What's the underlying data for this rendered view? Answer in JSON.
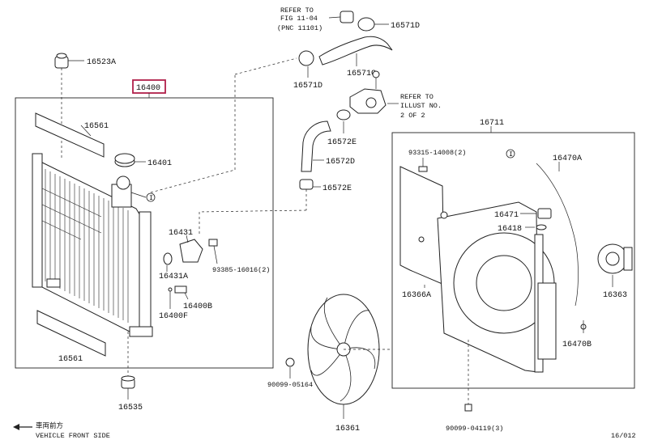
{
  "labels": {
    "refer_fig": [
      "REFER TO",
      "FIG 11-04",
      "(PNC 11101)"
    ],
    "refer_illust": [
      "REFER TO",
      "ILLUST NO.",
      "2 OF 2"
    ],
    "p16571D_top": "16571D",
    "p16571C": "16571C",
    "p16571D_mid": "16571D",
    "p16523A": "16523A",
    "p16400": "16400",
    "p16561_top": "16561",
    "p16401": "16401",
    "p16572E_top": "16572E",
    "p16572D": "16572D",
    "p16572E_bot": "16572E",
    "p16431": "16431",
    "p93385": "93385-16016(2)",
    "p16431A": "16431A",
    "p16400B": "16400B",
    "p16400F": "16400F",
    "p16561_bot": "16561",
    "p16535": "16535",
    "p16711": "16711",
    "p93315": "93315-14008(2)",
    "p16470A": "16470A",
    "p16471": "16471",
    "p16418": "16418",
    "p16366A": "16366A",
    "p16363": "16363",
    "p16470B": "16470B",
    "p90099_05164": "90099-05164",
    "p16361": "16361",
    "p90099_04119": "90099-04119(3)",
    "ref_i_1": "I",
    "ref_i_2": "I",
    "front_line1": "車両前方",
    "front_line2": "VEHICLE FRONT SIDE",
    "fig_no": "16/012"
  },
  "colors": {
    "highlight": "#b0204a",
    "line": "#222222"
  }
}
